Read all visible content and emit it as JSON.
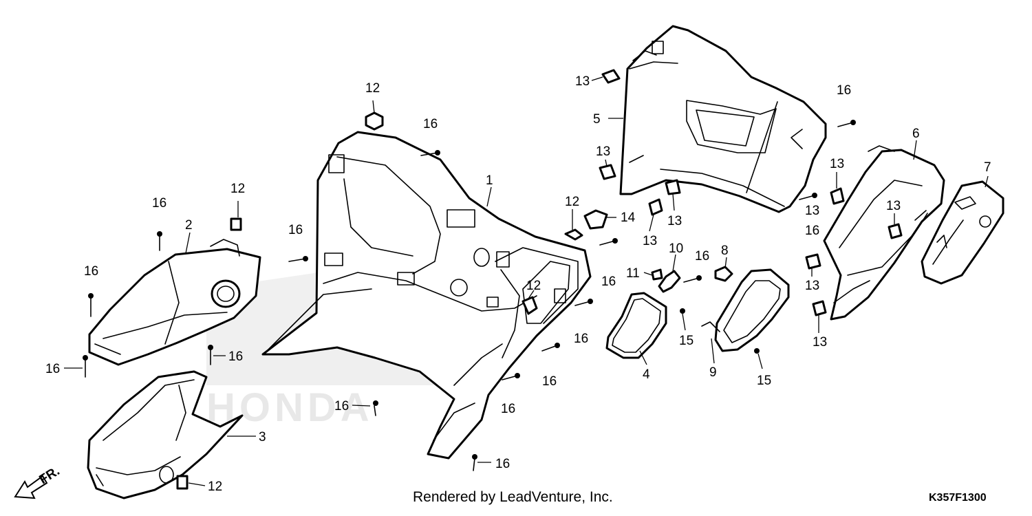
{
  "callouts": {
    "c1": "1",
    "c2": "2",
    "c3": "3",
    "c4": "4",
    "c5": "5",
    "c6": "6",
    "c7": "7",
    "c8": "8",
    "c9": "9",
    "c10": "10",
    "c11": "11",
    "c12a": "12",
    "c12b": "12",
    "c12c": "12",
    "c12d": "12",
    "c12e": "12",
    "c13a": "13",
    "c13b": "13",
    "c13c": "13",
    "c13d": "13",
    "c13e": "13",
    "c13f": "13",
    "c13g": "13",
    "c13h": "13",
    "c13i": "13",
    "c14": "14",
    "c15a": "15",
    "c15b": "15",
    "c16a": "16",
    "c16b": "16",
    "c16c": "16",
    "c16d": "16",
    "c16e": "16",
    "c16f": "16",
    "c16g": "16",
    "c16h": "16",
    "c16i": "16",
    "c16j": "16",
    "c16k": "16",
    "c16l": "16",
    "c16m": "16",
    "c16n": "16",
    "c16o": "16"
  },
  "front_arrow_label": "FR.",
  "watermark_text": "HONDA",
  "footer": {
    "credit": "Rendered by LeadVenture, Inc.",
    "diagram_code": "K357F1300"
  }
}
